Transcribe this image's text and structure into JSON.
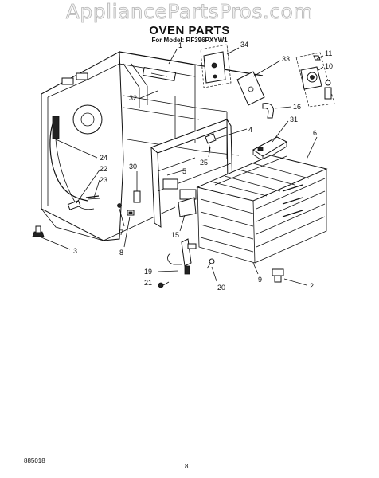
{
  "watermark": "AppliancePartsPros.com",
  "title": "OVEN PARTS",
  "model_line": "For Model: RF396PXYW1",
  "doc_number": "885018",
  "page_number": "8",
  "callouts": {
    "c1": "1",
    "c2": "2",
    "c3": "3",
    "c4": "4",
    "c5": "5",
    "c6": "6",
    "c7": "7",
    "c8": "8",
    "c9": "9",
    "c10": "10",
    "c11": "11",
    "c15": "15",
    "c16": "16",
    "c19": "19",
    "c20": "20",
    "c21": "21",
    "c22": "22",
    "c23": "23",
    "c24": "24",
    "c25": "25",
    "c30": "30",
    "c31": "31",
    "c32": "32",
    "c33": "33",
    "c34": "34"
  }
}
